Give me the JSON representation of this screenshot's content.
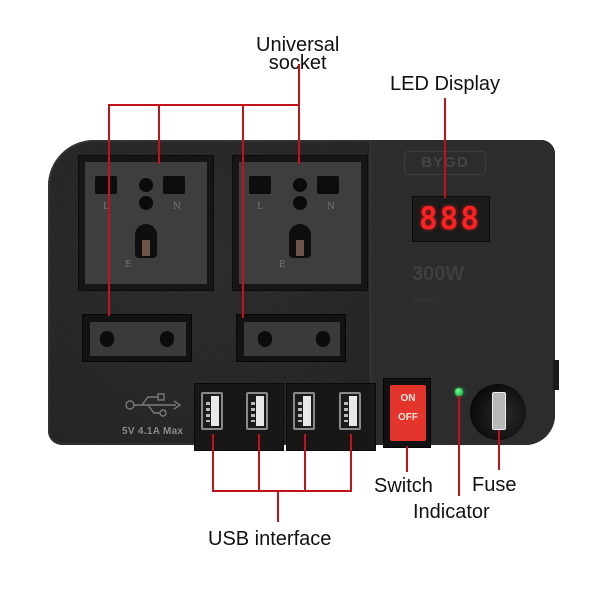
{
  "callouts": {
    "universal_socket": "Universal\nsocket",
    "universal_socket_line1": "Universal",
    "universal_socket_line2": "socket",
    "led_display": "LED Display",
    "usb_interface": "USB interface",
    "switch": "Switch",
    "indicator": "Indicator",
    "fuse": "Fuse"
  },
  "device": {
    "brand": "BYGD",
    "led_reading": "888",
    "power_rating": "300W",
    "small_print": "Smart ...",
    "usb_rating": "5V 4.1A Max",
    "switch_on": "ON",
    "switch_off": "OFF",
    "socket_marks": [
      "L",
      "N",
      "E"
    ],
    "universal_socket_count": 2,
    "flat_socket_count": 2,
    "usb_port_count": 4
  },
  "colors": {
    "callout_line": "#c0141a",
    "body": "#232323",
    "led": "#ff2020",
    "switch": "#e3352c",
    "indicator": "#2bd651"
  }
}
